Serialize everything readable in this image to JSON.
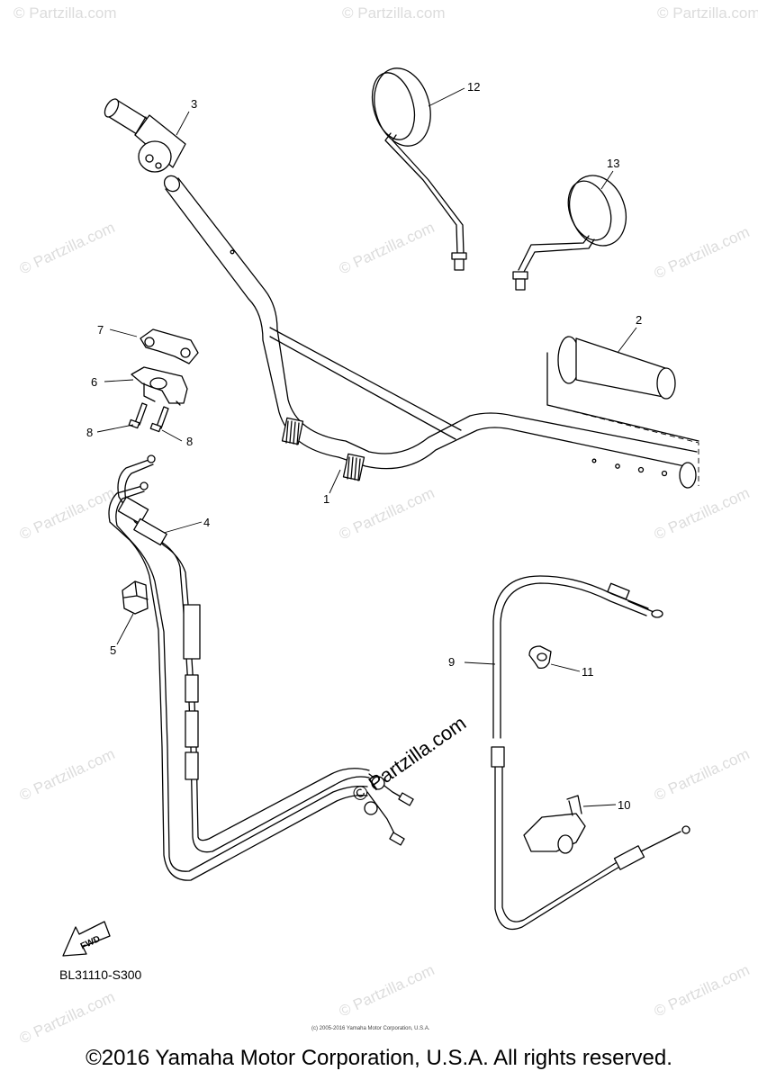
{
  "watermark_text": "© Partzilla.com",
  "center_watermark": "© Partzilla.com",
  "callouts": {
    "c1": "1",
    "c2": "2",
    "c3": "3",
    "c4": "4",
    "c5": "5",
    "c6": "6",
    "c7": "7",
    "c8a": "8",
    "c8b": "8",
    "c9": "9",
    "c10": "10",
    "c11": "11",
    "c12": "12",
    "c13": "13"
  },
  "fwd_label": "FWD",
  "diagram_code": "BL31110-S300",
  "small_copyright": "(c) 2005-2016 Yamaha Motor Corporation, U.S.A.",
  "copyright": "©2016 Yamaha Motor Corporation, U.S.A. All rights reserved."
}
